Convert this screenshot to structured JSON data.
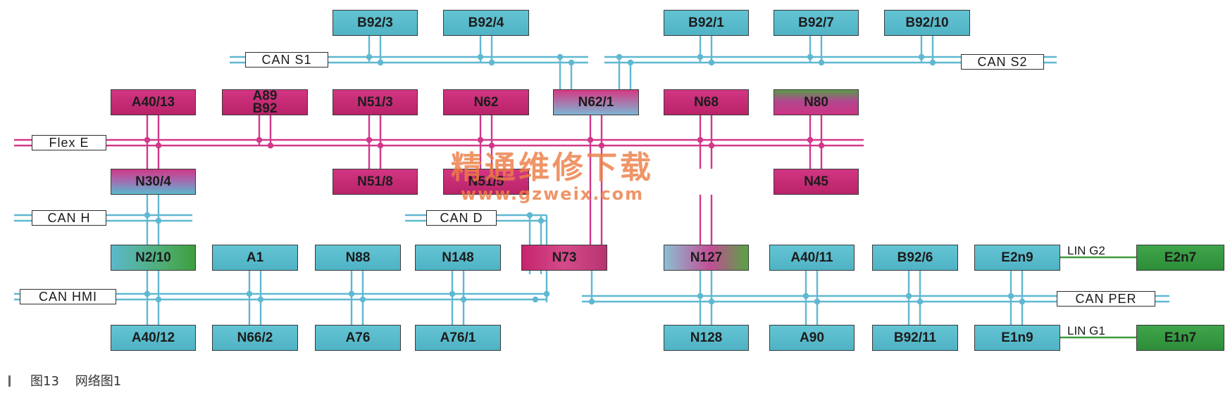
{
  "colors": {
    "can_bus": "#5fb8d1",
    "flex_bus": "#d2388a",
    "lin_bus": "#3f9a3f",
    "node_blue": "#54b6c8",
    "node_magenta": "#c62b73",
    "node_green": "#3a9a42",
    "watermark": "#ec7e46"
  },
  "buses": {
    "can_s1": "CAN S1",
    "can_s2": "CAN S2",
    "flex_e": "Flex E",
    "can_h": "CAN H",
    "can_d": "CAN D",
    "can_hmi": "CAN HMI",
    "can_per": "CAN PER",
    "lin_g2": "LIN G2",
    "lin_g1": "LIN G1"
  },
  "nodes": {
    "b92_3": "B92/3",
    "b92_4": "B92/4",
    "b92_1": "B92/1",
    "b92_7": "B92/7",
    "b92_10": "B92/10",
    "a40_13": "A40/13",
    "a89_line1": "A89",
    "a89_line2": "B92",
    "n51_3": "N51/3",
    "n62": "N62",
    "n62_1": "N62/1",
    "n68": "N68",
    "n80": "N80",
    "n30_4": "N30/4",
    "n51_8": "N51/8",
    "n51_5": "N51/5",
    "n45": "N45",
    "n2_10": "N2/10",
    "a1": "A1",
    "n88": "N88",
    "n148": "N148",
    "n73": "N73",
    "n127": "N127",
    "a40_11": "A40/11",
    "b92_6": "B92/6",
    "e2n9": "E2n9",
    "e2n7": "E2n7",
    "a40_12": "A40/12",
    "n66_2": "N66/2",
    "a76": "A76",
    "a76_1": "A76/1",
    "n128": "N128",
    "a90": "A90",
    "b92_11": "B92/11",
    "e1n9": "E1n9",
    "e1n7": "E1n7"
  },
  "watermark": {
    "chinese": "精通维修下载",
    "url": "www.gzweix.com"
  },
  "caption": {
    "figure_no": "图13",
    "title": "网络图1"
  }
}
